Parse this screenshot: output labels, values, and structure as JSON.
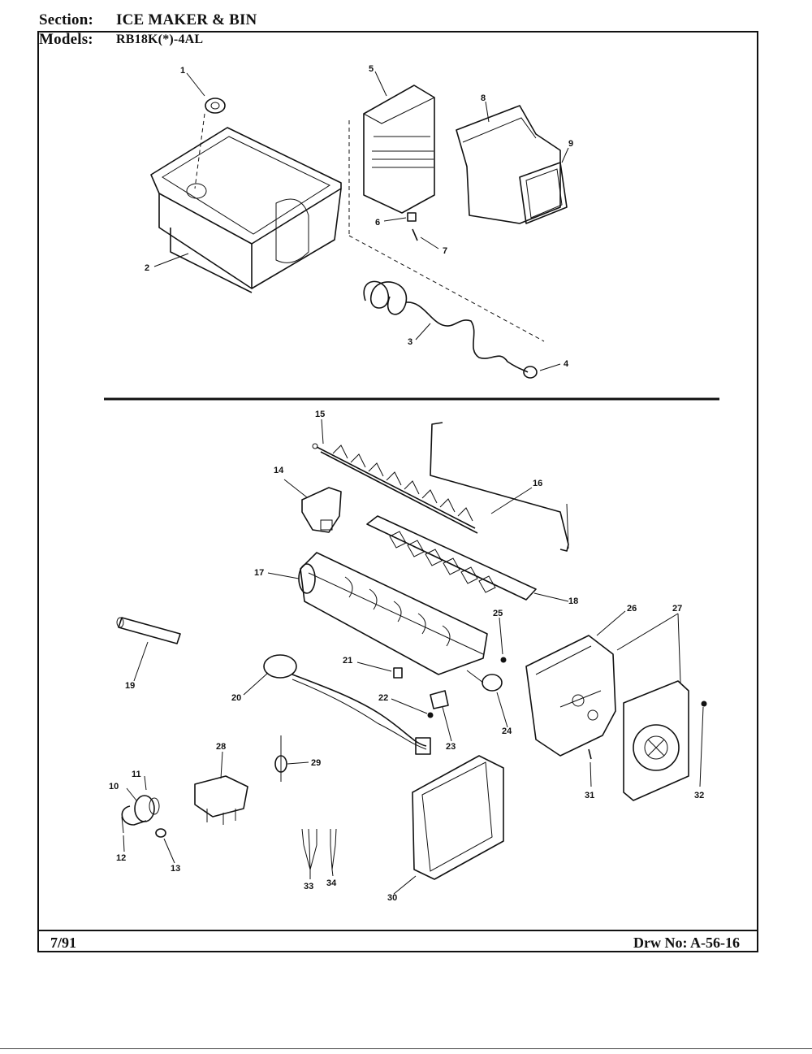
{
  "header": {
    "section_label": "Section:",
    "section_value": "ICE MAKER & BIN",
    "models_label": "Models:",
    "models_value": "RB18K(*)-4AL"
  },
  "footer": {
    "date": "7/91",
    "drawing_number": "Drw No: A-56-16"
  },
  "callouts": {
    "c1": "1",
    "c2": "2",
    "c3": "3",
    "c4": "4",
    "c5": "5",
    "c6": "6",
    "c7": "7",
    "c8": "8",
    "c9": "9",
    "c10": "10",
    "c11": "11",
    "c12": "12",
    "c13": "13",
    "c14": "14",
    "c15": "15",
    "c16": "16",
    "c17": "17",
    "c18": "18",
    "c19": "19",
    "c20": "20",
    "c21": "21",
    "c22": "22",
    "c23": "23",
    "c24": "24",
    "c25": "25",
    "c26": "26",
    "c27": "27",
    "c28": "28",
    "c29": "29",
    "c30": "30",
    "c31": "31",
    "c32": "32",
    "c33": "33",
    "c34": "34"
  }
}
